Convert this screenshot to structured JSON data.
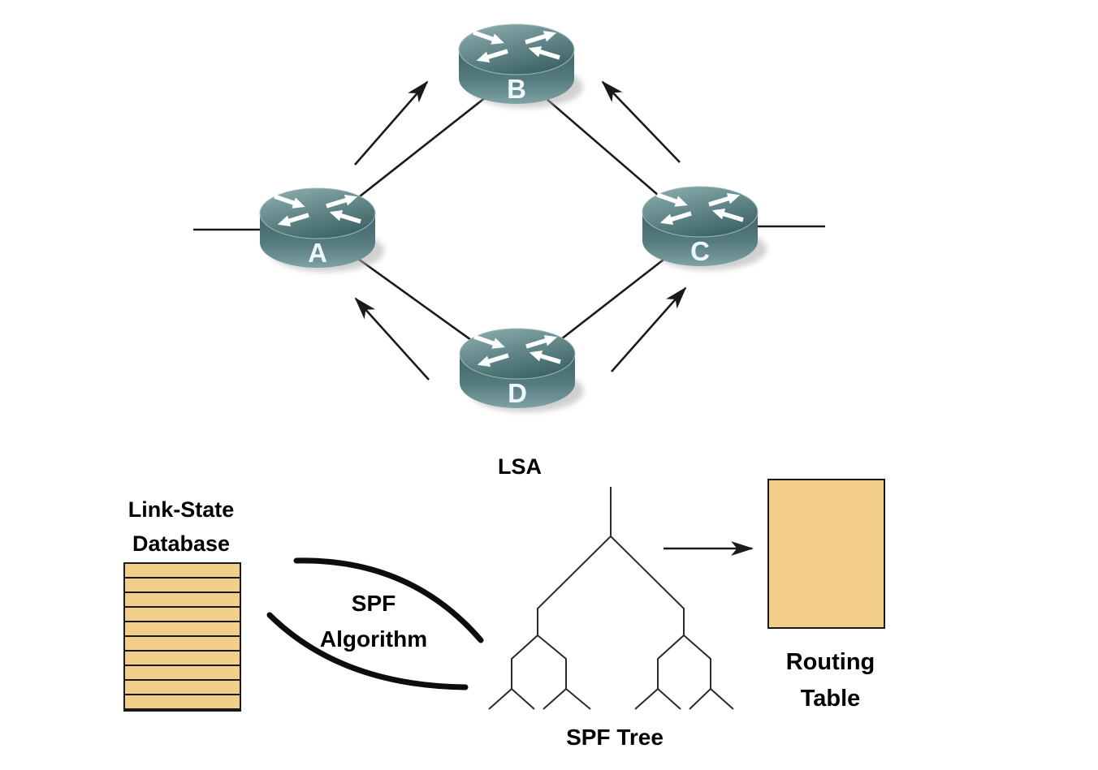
{
  "diagram": {
    "kind": "link-state routing concept diagram",
    "colors": {
      "background": "#ffffff",
      "line": "#1a1a1a",
      "box_fill": "#F3CE8A",
      "router_top_light": "#8FB1B1",
      "router_top_dark": "#406669",
      "router_body_dark": "#3E6468",
      "router_body_light": "#7FA2A3"
    }
  },
  "topology": {
    "routers": [
      {
        "id": "A",
        "label": "A"
      },
      {
        "id": "B",
        "label": "B"
      },
      {
        "id": "C",
        "label": "C"
      },
      {
        "id": "D",
        "label": "D"
      }
    ],
    "links": [
      "A-B",
      "B-C",
      "A-D",
      "D-C",
      "A-stub-left",
      "C-stub-right"
    ],
    "lsa_flood_arrows": [
      "A to B",
      "C to B",
      "D to A",
      "D to C"
    ],
    "lsa_label": "LSA"
  },
  "process": {
    "database": {
      "title_line1": "Link-State",
      "title_line2": "Database",
      "rows": 10
    },
    "algorithm": {
      "label_line1": "SPF",
      "label_line2": "Algorithm"
    },
    "tree": {
      "label": "SPF Tree"
    },
    "routing_table": {
      "label_line1": "Routing",
      "label_line2": "Table"
    }
  }
}
